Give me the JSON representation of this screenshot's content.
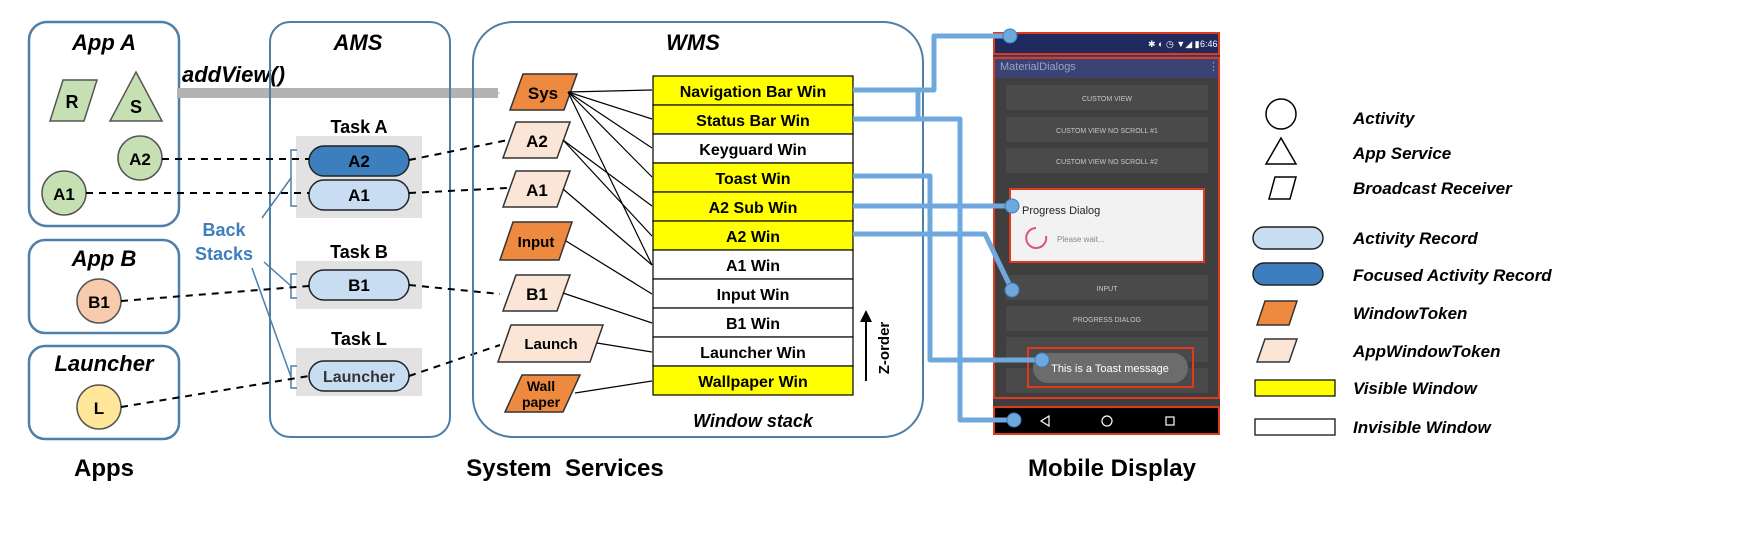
{
  "colors": {
    "panel_border": "#4e7fa8",
    "activity_green": "#c6e0b4",
    "process_b1": "#f8cbad",
    "process_launcher": "#ffe699",
    "activity_record": "#c9ddf2",
    "focused_record": "#3d7ebf",
    "window_token": "#ee8a40",
    "app_window_token": "#fbe5d6",
    "visible_window": "#ffff00",
    "phone_border": "#e03a1e",
    "link_blue": "#6fa8dc"
  },
  "apps": {
    "app_a": {
      "title": "App A",
      "components": [
        "R",
        "S",
        "A2",
        "A1"
      ]
    },
    "app_b": {
      "title": "App B",
      "components": [
        "B1"
      ]
    },
    "launcher": {
      "title": "Launcher",
      "components": [
        "L"
      ]
    },
    "caption": "Apps"
  },
  "add_view_label": "addView()",
  "ams": {
    "title": "AMS",
    "tasks": [
      {
        "label": "Task A",
        "records": [
          "A2",
          "A1"
        ]
      },
      {
        "label": "Task B",
        "records": [
          "B1"
        ]
      },
      {
        "label": "Task L",
        "records": [
          "Launcher"
        ]
      }
    ],
    "back_stacks": [
      "Back",
      "Stacks"
    ]
  },
  "wms": {
    "title": "WMS",
    "tokens": [
      {
        "label": "Sys",
        "kind": "WindowToken"
      },
      {
        "label": "A2",
        "kind": "AppWindowToken"
      },
      {
        "label": "A1",
        "kind": "AppWindowToken"
      },
      {
        "label": "Input",
        "kind": "WindowToken"
      },
      {
        "label": "B1",
        "kind": "AppWindowToken"
      },
      {
        "label": "Launch",
        "kind": "AppWindowToken"
      },
      {
        "label": "Wall",
        "label2": "paper",
        "kind": "WindowToken"
      }
    ],
    "windows": [
      {
        "label": "Navigation Bar Win",
        "visible": true
      },
      {
        "label": "Status Bar Win",
        "visible": true
      },
      {
        "label": "Keyguard Win",
        "visible": false
      },
      {
        "label": "Toast Win",
        "visible": true
      },
      {
        "label": "A2 Sub Win",
        "visible": true
      },
      {
        "label": "A2 Win",
        "visible": true
      },
      {
        "label": "A1 Win",
        "visible": false
      },
      {
        "label": "Input Win",
        "visible": false
      },
      {
        "label": "B1 Win",
        "visible": false
      },
      {
        "label": "Launcher Win",
        "visible": false
      },
      {
        "label": "Wallpaper Win",
        "visible": true
      }
    ],
    "z_order_label": "Z-order",
    "stack_label": "Window stack"
  },
  "system_services_caption": "System  Services",
  "phone": {
    "status_time": "6:46",
    "app_title": "MaterialDialogs",
    "buttons_top": [
      "CUSTOM VIEW",
      "CUSTOM VIEW NO SCROLL #1",
      "CUSTOM VIEW NO SCROLL #2"
    ],
    "dialog_title": "Progress Dialog",
    "dialog_message": "Please wait...",
    "buttons_bottom": [
      "INPUT",
      "PROGRESS DIALOG"
    ],
    "toast_text": "This is a Toast message",
    "caption": "Mobile Display"
  },
  "legend": [
    {
      "shape": "circle",
      "label": "Activity"
    },
    {
      "shape": "triangle",
      "label": "App Service"
    },
    {
      "shape": "parallelogram",
      "label": "Broadcast Receiver"
    },
    {
      "shape": "pill",
      "label": "Activity Record"
    },
    {
      "shape": "pill-focused",
      "label": "Focused Activity Record"
    },
    {
      "shape": "token",
      "label": "WindowToken"
    },
    {
      "shape": "app-token",
      "label": "AppWindowToken"
    },
    {
      "shape": "visible-rect",
      "label": "Visible Window"
    },
    {
      "shape": "invisible-rect",
      "label": "Invisible Window"
    }
  ]
}
